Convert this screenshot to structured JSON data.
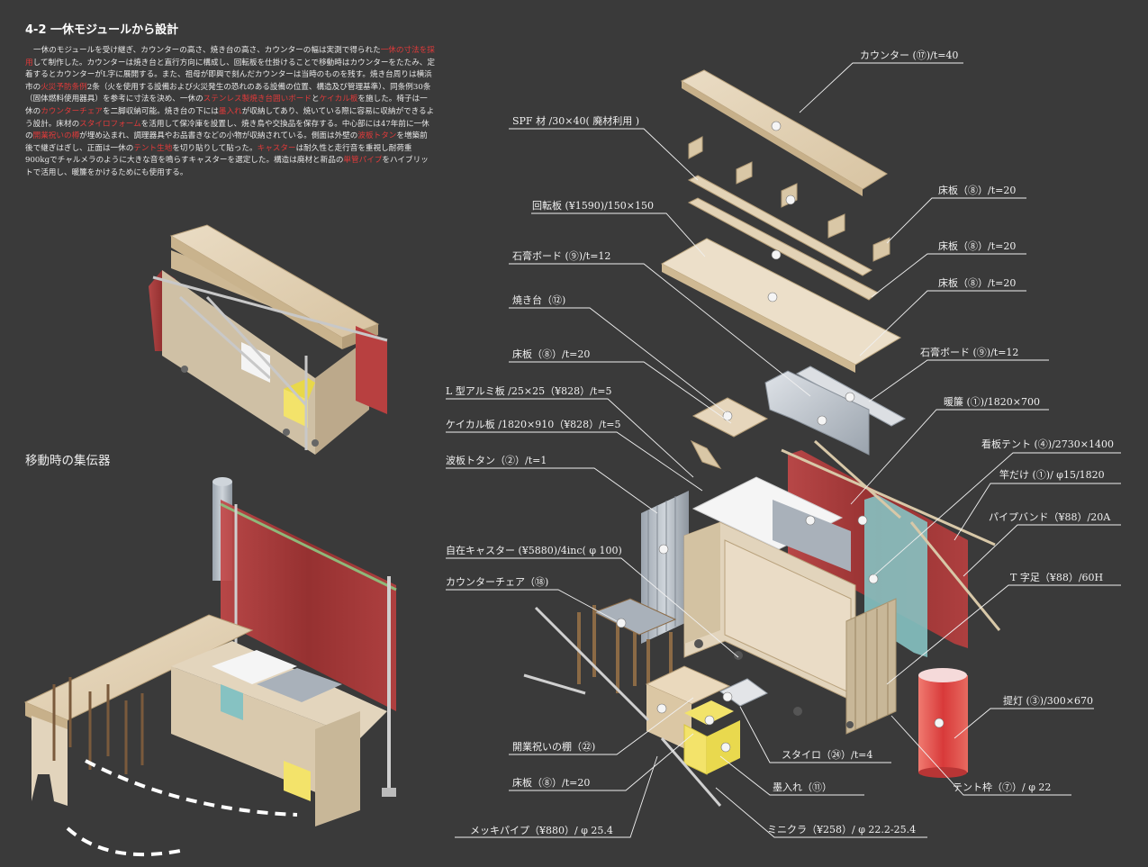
{
  "heading": "4-2 一休モジュールから設計",
  "paragraph": [
    {
      "t": "一休のモジュールを受け継ぎ、カウンターの高さ、焼き台の高さ、カウンターの幅は実測で得られた"
    },
    {
      "t": "一休の寸法を採用",
      "hl": true
    },
    {
      "t": "して制作した。カウンターは焼き台と直行方向に構成し、回転板を仕掛けることで移動時はカウンターをたたみ、定着するとカウンターがL字に展開する。また、祖母が即興で刻んだカウンターは当時のものを残す。焼き台周りは横浜市の"
    },
    {
      "t": "火災予防条例",
      "hl": true
    },
    {
      "t": "2条（火を使用する設備および火災発生の恐れのある設備の位置、構造及び管理基準）、同条例30条（固体燃料使用器具）を参考に寸法を決め、一休の"
    },
    {
      "t": "ステンレス製焼き台囲いボード",
      "hl": true
    },
    {
      "t": "と"
    },
    {
      "t": "ケイカル板",
      "hl": true
    },
    {
      "t": "を施した。椅子は一休の"
    },
    {
      "t": "カウンターチェア",
      "hl": true
    },
    {
      "t": "を二脚収納可能。焼き台の下には"
    },
    {
      "t": "墨入れ",
      "hl": true
    },
    {
      "t": "が収納してあり、焼いている際に容易に収納ができるよう設計。床材の"
    },
    {
      "t": "スタイロフォーム",
      "hl": true
    },
    {
      "t": "を活用して保冷庫を設置し、焼き鳥や交換品を保存する。中心部には47年前に一休の"
    },
    {
      "t": "開業祝いの樽",
      "hl": true
    },
    {
      "t": "が埋め込まれ、調理器具やお品書きなどの小物が収納されている。側面は外壁の"
    },
    {
      "t": "波板トタン",
      "hl": true
    },
    {
      "t": "を増築前後で継ぎはぎし、正面は一休の"
    },
    {
      "t": "テント生地",
      "hl": true
    },
    {
      "t": "を切り貼りして貼った。"
    },
    {
      "t": "キャスター",
      "hl": true
    },
    {
      "t": "は耐久性と走行音を重視し耐荷重900kgでチャルメラのように大きな音を鳴らすキャスターを選定した。構造は廃材と新品の"
    },
    {
      "t": "単管パイプ",
      "hl": true
    },
    {
      "t": "をハイブリットで活用し、暖簾をかけるためにも使用する。"
    }
  ],
  "move_title": "移動時の集伝器",
  "labels": {
    "counter": "カウンター (⑰)/t=40",
    "spf": "SPF 材 /30×40( 廃材利用 )",
    "floor1": "床板（⑧）/t=20",
    "rotary": "回転板 (¥1590)/150×150",
    "floor2": "床板（⑧）/t=20",
    "gypsum1": "石膏ボード (⑨)/t=12",
    "floor3": "床板（⑧）/t=20",
    "grill": "焼き台（⑫)",
    "gypsum2": "石膏ボード (⑨)/t=12",
    "floor4": "床板（⑧）/t=20",
    "noren": "暖簾 (①)/1820×700",
    "lalum": "L 型アルミ板 /25×25（¥828）/t=5",
    "keical": "ケイカル板 /1820×910（¥828）/t=5",
    "tent": "看板テント (④)/2730×1400",
    "tin": "波板トタン（②）/t=1",
    "pole": "竿だけ (①)/ φ15/1820",
    "pipeband": "パイプバンド（¥88）/20A",
    "caster": "自在キャスター (¥5880)/4inc( φ 100)",
    "chair": "カウンターチェア（⑱)",
    "tleg": "T 字足（¥88）/60H",
    "lantern": "提灯 (③)/300×670",
    "barrel": "開業祝いの棚（㉒)",
    "styro": "スタイロ（㉔）/t=4",
    "floor5": "床板（⑧）/t=20",
    "ink": "墨入れ（⑪）",
    "tentframe": "テント枠（⑦）/ φ 22",
    "mekki": "メッキパイプ（¥880）/ φ 25.4",
    "minikura": "ミニクラ（¥258）/ φ 22.2-25.4"
  },
  "colors": {
    "background": "#3a3a3a",
    "highlight": "#e03a3a",
    "wood": "#e6d6bc",
    "noren_red": "#b23a3a",
    "tent_teal": "#7fb8b8",
    "yellow": "#f3e36a"
  }
}
